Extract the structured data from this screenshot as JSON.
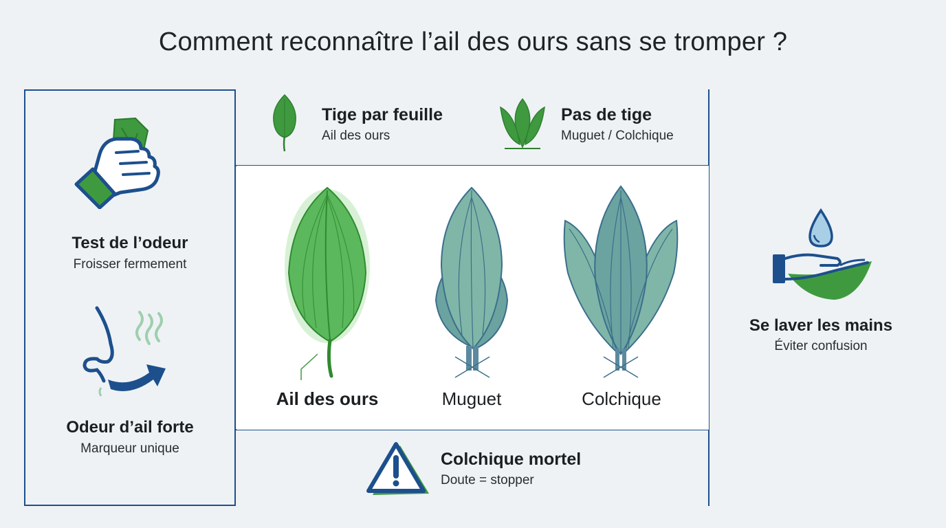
{
  "title": "Comment reconnaître l’ail des ours sans se tromper ?",
  "left_panel": {
    "smell_test": {
      "title": "Test de l’odeur",
      "subtitle": "Froisser fermement",
      "icon": "crushing-leaf-hand-icon"
    },
    "garlic_smell": {
      "title": "Odeur d’ail forte",
      "subtitle": "Marqueur unique",
      "icon": "nose-smelling-icon"
    }
  },
  "top_row": {
    "stem": {
      "title": "Tige par feuille",
      "subtitle": "Ail des ours",
      "icon": "single-leaf-stem-icon"
    },
    "no_stem": {
      "title": "Pas de tige",
      "subtitle": "Muguet / Colchique",
      "icon": "leaf-cluster-icon"
    }
  },
  "plants": [
    {
      "label": "Ail des ours",
      "icon": "wild-garlic-leaf-icon",
      "color": "#3f9a3f"
    },
    {
      "label": "Muguet",
      "icon": "lily-of-the-valley-leaf-icon",
      "color": "#5b9b8a"
    },
    {
      "label": "Colchique",
      "icon": "colchicum-leaf-icon",
      "color": "#5b9b8a"
    }
  ],
  "warning": {
    "title": "Colchique mortel",
    "subtitle": "Doute = stopper",
    "icon": "warning-triangle-icon"
  },
  "right": {
    "title": "Se laver les mains",
    "subtitle": "Éviter confusion",
    "icon": "hand-washing-icon"
  },
  "colors": {
    "accent_blue": "#1d4f8c",
    "green": "#3f9a3f",
    "teal": "#5b9b8a",
    "background": "#eef2f5"
  }
}
